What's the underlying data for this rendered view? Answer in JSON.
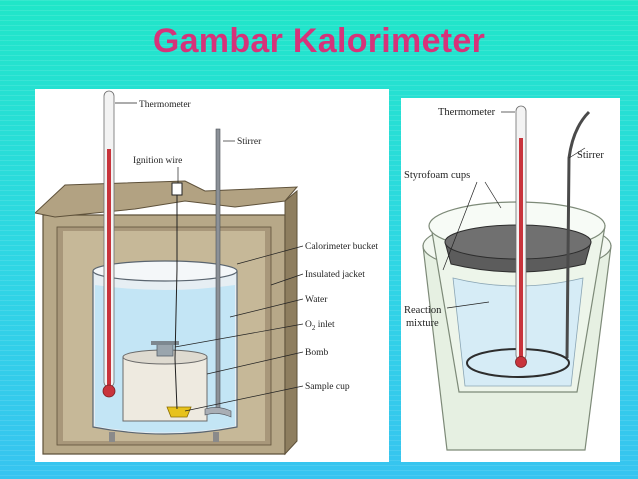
{
  "title": "Gambar Kalorimeter",
  "bomb_calorimeter": {
    "labels": {
      "thermometer": "Thermometer",
      "stirrer": "Stirrer",
      "ignition_wire": "Ignition wire",
      "calorimeter_bucket": "Calorimeter bucket",
      "insulated_jacket": "Insulated jacket",
      "water": "Water",
      "o2_inlet_prefix": "O",
      "o2_inlet_sub": "2",
      "o2_inlet_suffix": " inlet",
      "bomb": "Bomb",
      "sample_cup": "Sample cup"
    }
  },
  "coffee_cup_calorimeter": {
    "labels": {
      "thermometer": "Thermometer",
      "styrofoam_cups": "Styrofoam cups",
      "stirrer": "Stirrer",
      "reaction_line1": "Reaction",
      "reaction_line2": "mixture"
    }
  },
  "colors": {
    "title": "#d6337a",
    "water": "#bfe3f5",
    "thermometer_liquid": "#c8343c",
    "jacket": "#a8977a"
  }
}
